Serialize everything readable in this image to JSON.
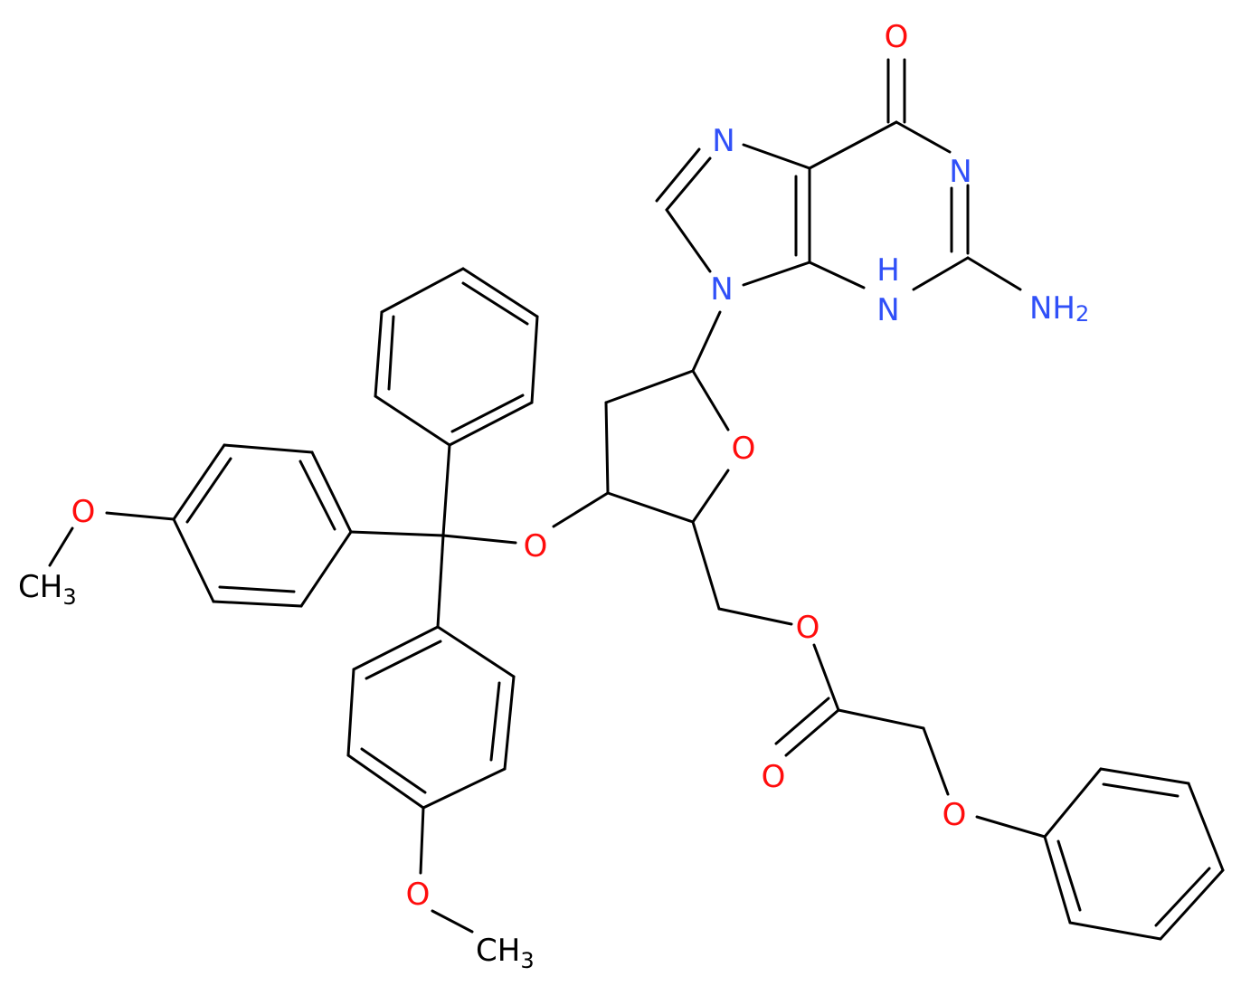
{
  "colors": {
    "bond": "#000000",
    "nitrogen": "#3050F8",
    "oxygen": "#FF0D0D",
    "carbon_label": "#000000",
    "background": "#FFFFFF"
  },
  "atoms": {
    "o_carbonyl_purine": "O",
    "n_imidazole_top": "N",
    "n_pyrimidine_right": "N",
    "n_glycosidic": "N",
    "n_ring_nh": "N",
    "h_ring_nh": "H",
    "amino_group": "NH",
    "amino_subscript": "2",
    "o_sugar_ring": "O",
    "o_trityl_ether": "O",
    "o_ester_link": "O",
    "o_ester_carbonyl": "O",
    "o_phenoxy": "O",
    "o_methoxy_left": "O",
    "methyl_left": "CH",
    "methyl_left_subscript": "3",
    "o_methoxy_bottom": "O",
    "methyl_bottom": "CH",
    "methyl_bottom_subscript": "3"
  }
}
